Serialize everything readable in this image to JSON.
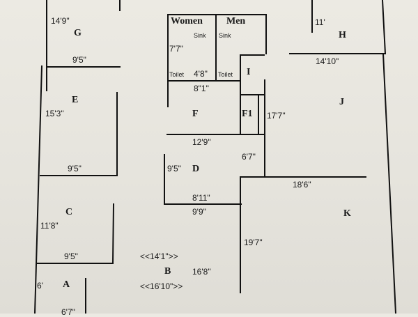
{
  "rooms": {
    "a": "A",
    "b": "B",
    "c": "C",
    "d": "D",
    "e": "E",
    "f": "F",
    "f1": "F1",
    "g": "G",
    "h": "H",
    "i": "I",
    "j": "J",
    "k": "K"
  },
  "restrooms": {
    "women": "Women",
    "men": "Men",
    "sink": "Sink",
    "toilet": "Toilet"
  },
  "dimensions": {
    "g_width": "14'9\"",
    "g_depth": "9'5\"",
    "h_width": "11'",
    "h_depth": "14'10\"",
    "e_height": "15'3\"",
    "e_width": "9'5\"",
    "women_height": "7'7\"",
    "women_width": "4'8\"",
    "restroom_total": "8\"1\"",
    "j_height": "17'7\"",
    "f_width": "12'9\"",
    "f_height": "6'7\"",
    "d_height": "9'5\"",
    "d_width": "8'11\"",
    "d_width2": "9'9\"",
    "k_width": "18'6\"",
    "k_height": "19'7\"",
    "c_height": "11'8\"",
    "c_width": "9'5\"",
    "b_upper": "<<14'1\">>",
    "b_height": "16'8\"",
    "b_lower": "<<16'10\">>",
    "a_height": "6'",
    "a_width": "6'7\""
  }
}
